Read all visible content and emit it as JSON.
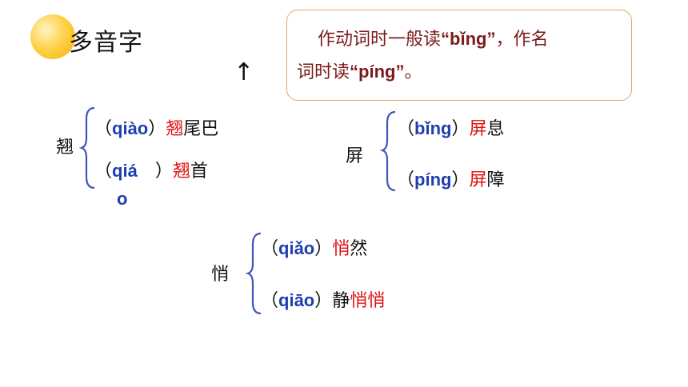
{
  "title": "多音字",
  "arrow": "↑",
  "note": {
    "line1_pre": "作动词时一般读",
    "line1_q": "“bǐng”",
    "line1_post": "，作名",
    "line2_pre": "词时读",
    "line2_q": "“píng”",
    "line2_post": "。"
  },
  "groups": [
    {
      "char": "翘",
      "entries": [
        {
          "open": "（",
          "pinyin": "qiào",
          "close": "）",
          "red": "翘",
          "rest": "尾巴"
        },
        {
          "open": "（",
          "pinyin": "qiá",
          "pinyin_wrap": "o",
          "close": "）",
          "red": "翘",
          "rest": "首"
        }
      ]
    },
    {
      "char": "屏",
      "entries": [
        {
          "open": "（",
          "pinyin": "bǐng",
          "close": "）",
          "red": "屏",
          "rest": "息"
        },
        {
          "open": "（",
          "pinyin": "píng",
          "close": "）",
          "red": "屏",
          "rest": "障"
        }
      ]
    },
    {
      "char": "悄",
      "entries": [
        {
          "open": "（",
          "pinyin": "qiǎo",
          "close": "）",
          "red": "悄",
          "rest": "然"
        },
        {
          "open": "（",
          "pinyin": "qiāo",
          "close": "）",
          "pre": "静",
          "red": "悄悄",
          "rest": ""
        }
      ]
    }
  ],
  "colors": {
    "pinyin": "#1f3fb0",
    "highlight": "#e01010",
    "note_text": "#7a1a1a",
    "note_border": "#e8a36a"
  }
}
